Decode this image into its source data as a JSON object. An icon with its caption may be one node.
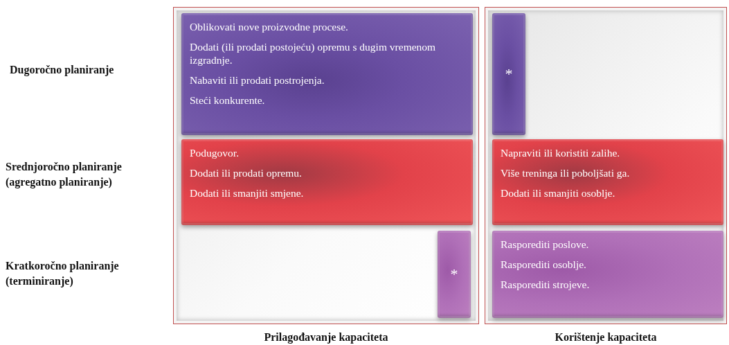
{
  "diagram": {
    "nodes": [
      {
        "text": [
          "Prilagođavanje kapaciteta"
        ]
      },
      {
        "text": [
          "Oblikovati nove proizvodne procese.",
          "Dodati (ili prodati postojeću) opremu s dugim vremenom izgradnje.",
          "Nabaviti ili prodati postrojenja.",
          "Steći konkurente."
        ],
        "in": 0
      },
      {
        "text": [
          "Podugovor.",
          "Dodati ili prodati opremu.",
          "Dodati ili smanjiti smjene."
        ],
        "in": 0
      },
      {
        "text": [
          "*"
        ],
        "in": 0
      },
      {
        "text": [
          "Korištenje kapaciteta"
        ]
      },
      {
        "text": [
          "*"
        ],
        "in": 4
      },
      {
        "text": [
          "Napraviti ili koristiti zalihe.",
          "Više treninga ili poboljšati ga.",
          "Dodati ili smanjiti osoblje."
        ],
        "in": 4
      },
      {
        "text": [
          "Rasporediti poslove.",
          "Rasporediti osoblje.",
          "Rasporediti strojeve."
        ],
        "in": 4
      }
    ],
    "edges": [],
    "labels": [
      "Dugoročno planiranje",
      "Srednjoročno planiranje (agregatno planiranje)",
      "Kratkoročno planiranje (terminiranje)"
    ]
  }
}
